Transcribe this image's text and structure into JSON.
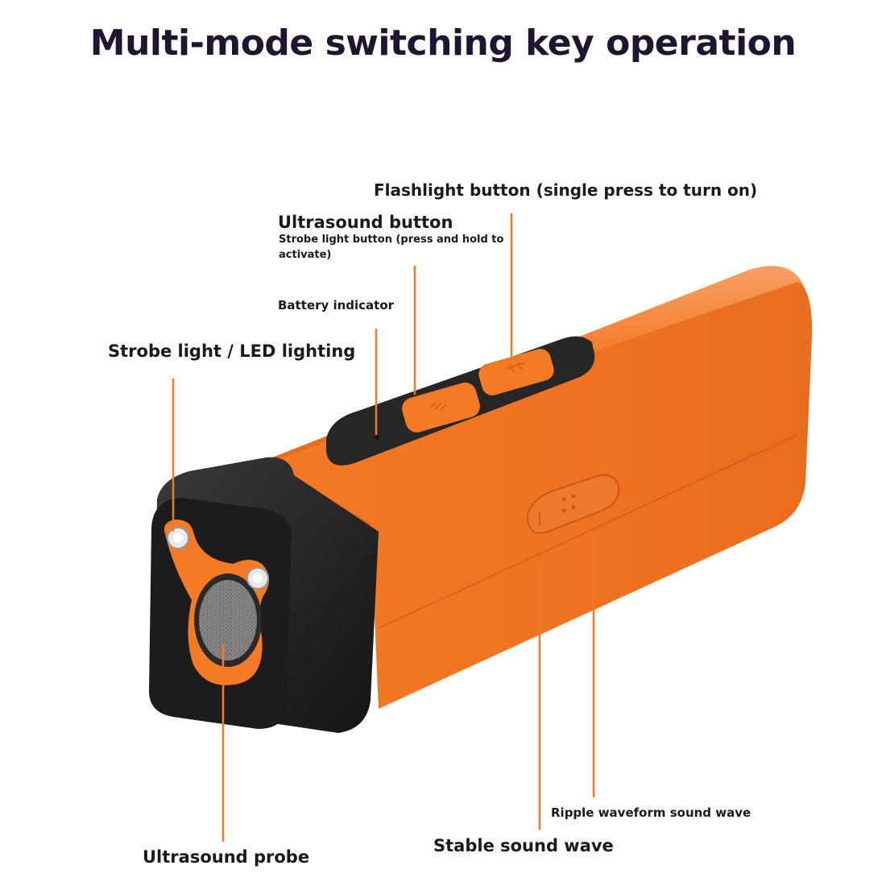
{
  "title": "Multi-mode switching key operation",
  "labels": {
    "flashlight_button": "Flashlight button (single press to turn on)",
    "ultrasound_button": "Ultrasound button",
    "strobe_button": "Strobe light button (press and hold to activate)",
    "battery_indicator": "Battery indicator",
    "strobe_led": "Strobe light / LED lighting",
    "ripple_wave": "Ripple waveform sound wave",
    "stable_wave": "Stable sound wave",
    "ultrasound_probe": "Ultrasound probe"
  },
  "colors": {
    "body_orange": "#f47a26",
    "body_orange_dark": "#d8611a",
    "body_black": "#222222",
    "leader_line": "#f07a2a",
    "title": "#1f1530"
  },
  "icons": [
    "flashlight-icon",
    "ultrasound-icon",
    "slide-switch"
  ]
}
